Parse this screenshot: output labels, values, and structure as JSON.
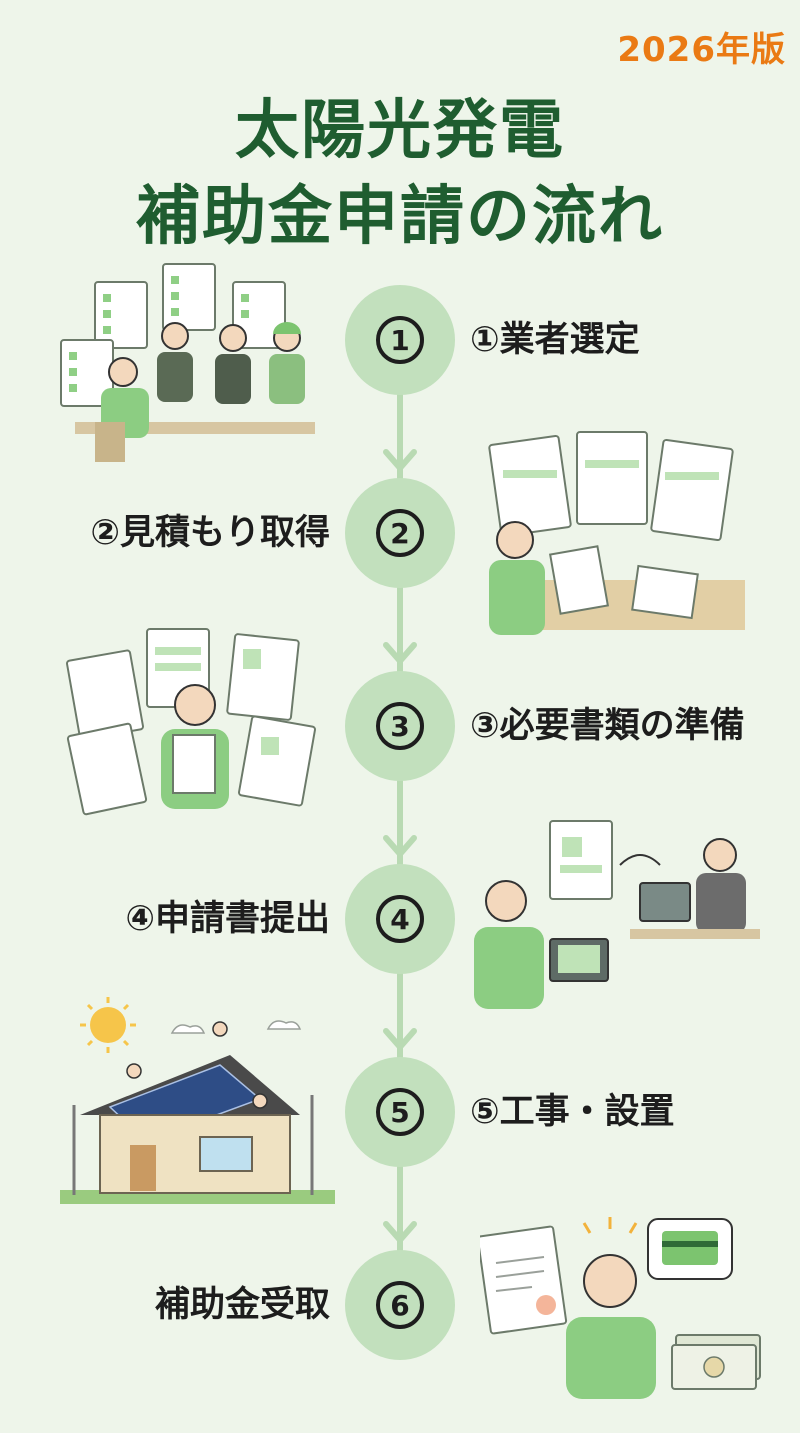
{
  "header": {
    "edition_badge": "2026年版",
    "title_line1": "太陽光発電",
    "title_line2": "補助金申請の流れ"
  },
  "steps": [
    {
      "number": "1",
      "label": "①業者選定",
      "side": "right",
      "illustration": "contractor-selection"
    },
    {
      "number": "2",
      "label": "②見積もり取得",
      "side": "left",
      "illustration": "quote-documents"
    },
    {
      "number": "3",
      "label": "③必要書類の準備",
      "side": "right",
      "illustration": "document-preparation"
    },
    {
      "number": "4",
      "label": "④申請書提出",
      "side": "left",
      "illustration": "online-submission"
    },
    {
      "number": "5",
      "label": "⑤工事・設置",
      "side": "right",
      "illustration": "solar-installation"
    },
    {
      "number": "6",
      "label": "補助金受取",
      "side": "left",
      "illustration": "subsidy-receipt"
    }
  ],
  "colors": {
    "background": "#eef5ea",
    "title": "#1f5d30",
    "accent": "#ea7a14",
    "circle": "#c2e0bd",
    "connector": "#b9dab3"
  }
}
